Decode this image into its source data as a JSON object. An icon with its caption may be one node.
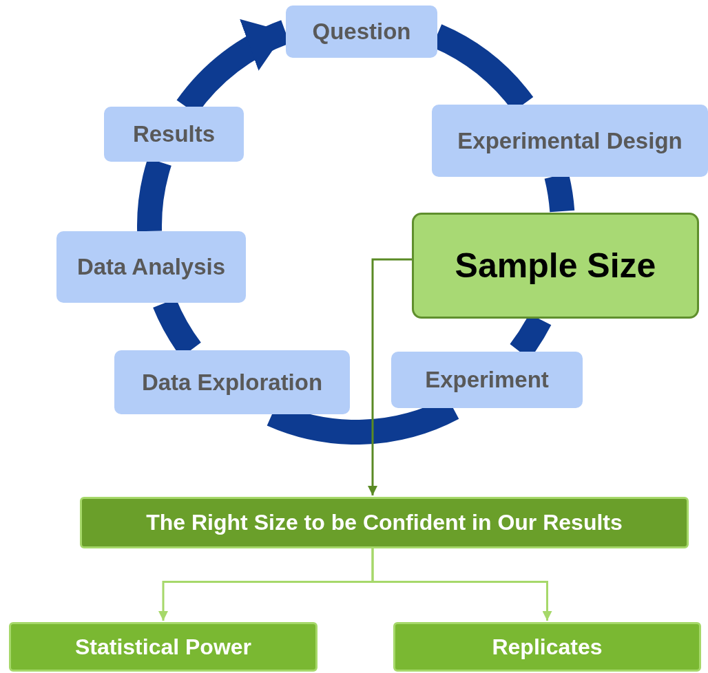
{
  "diagram": {
    "nodes": [
      {
        "text": [
          "Question"
        ]
      },
      {
        "text": [
          "Experimental Design"
        ]
      },
      {
        "text": [
          "Sample Size"
        ]
      },
      {
        "text": [
          "Experiment"
        ]
      },
      {
        "text": [
          "Data Exploration"
        ]
      },
      {
        "text": [
          "Data Analysis"
        ]
      },
      {
        "text": [
          "Results"
        ]
      },
      {
        "text": [
          "The Right Size to be Confident in Our Results"
        ]
      },
      {
        "text": [
          "Statistical Power"
        ]
      },
      {
        "text": [
          "Replicates"
        ]
      }
    ],
    "edges": [
      {
        "from": 0,
        "to": 1,
        "arrow": "none"
      },
      {
        "from": 1,
        "to": 2,
        "arrow": "none"
      },
      {
        "from": 2,
        "to": 3,
        "arrow": "none"
      },
      {
        "from": 3,
        "to": 4,
        "arrow": "none"
      },
      {
        "from": 4,
        "to": 5,
        "arrow": "none"
      },
      {
        "from": 5,
        "to": 6,
        "arrow": "none"
      },
      {
        "from": 6,
        "to": 0,
        "arrow": "to"
      },
      {
        "from": 2,
        "to": 7,
        "arrow": "to",
        "color": "#5a8a24"
      },
      {
        "from": 7,
        "to": 8,
        "arrow": "to",
        "color": "#a6d86a"
      },
      {
        "from": 7,
        "to": 9,
        "arrow": "to",
        "color": "#a6d86a"
      }
    ]
  }
}
